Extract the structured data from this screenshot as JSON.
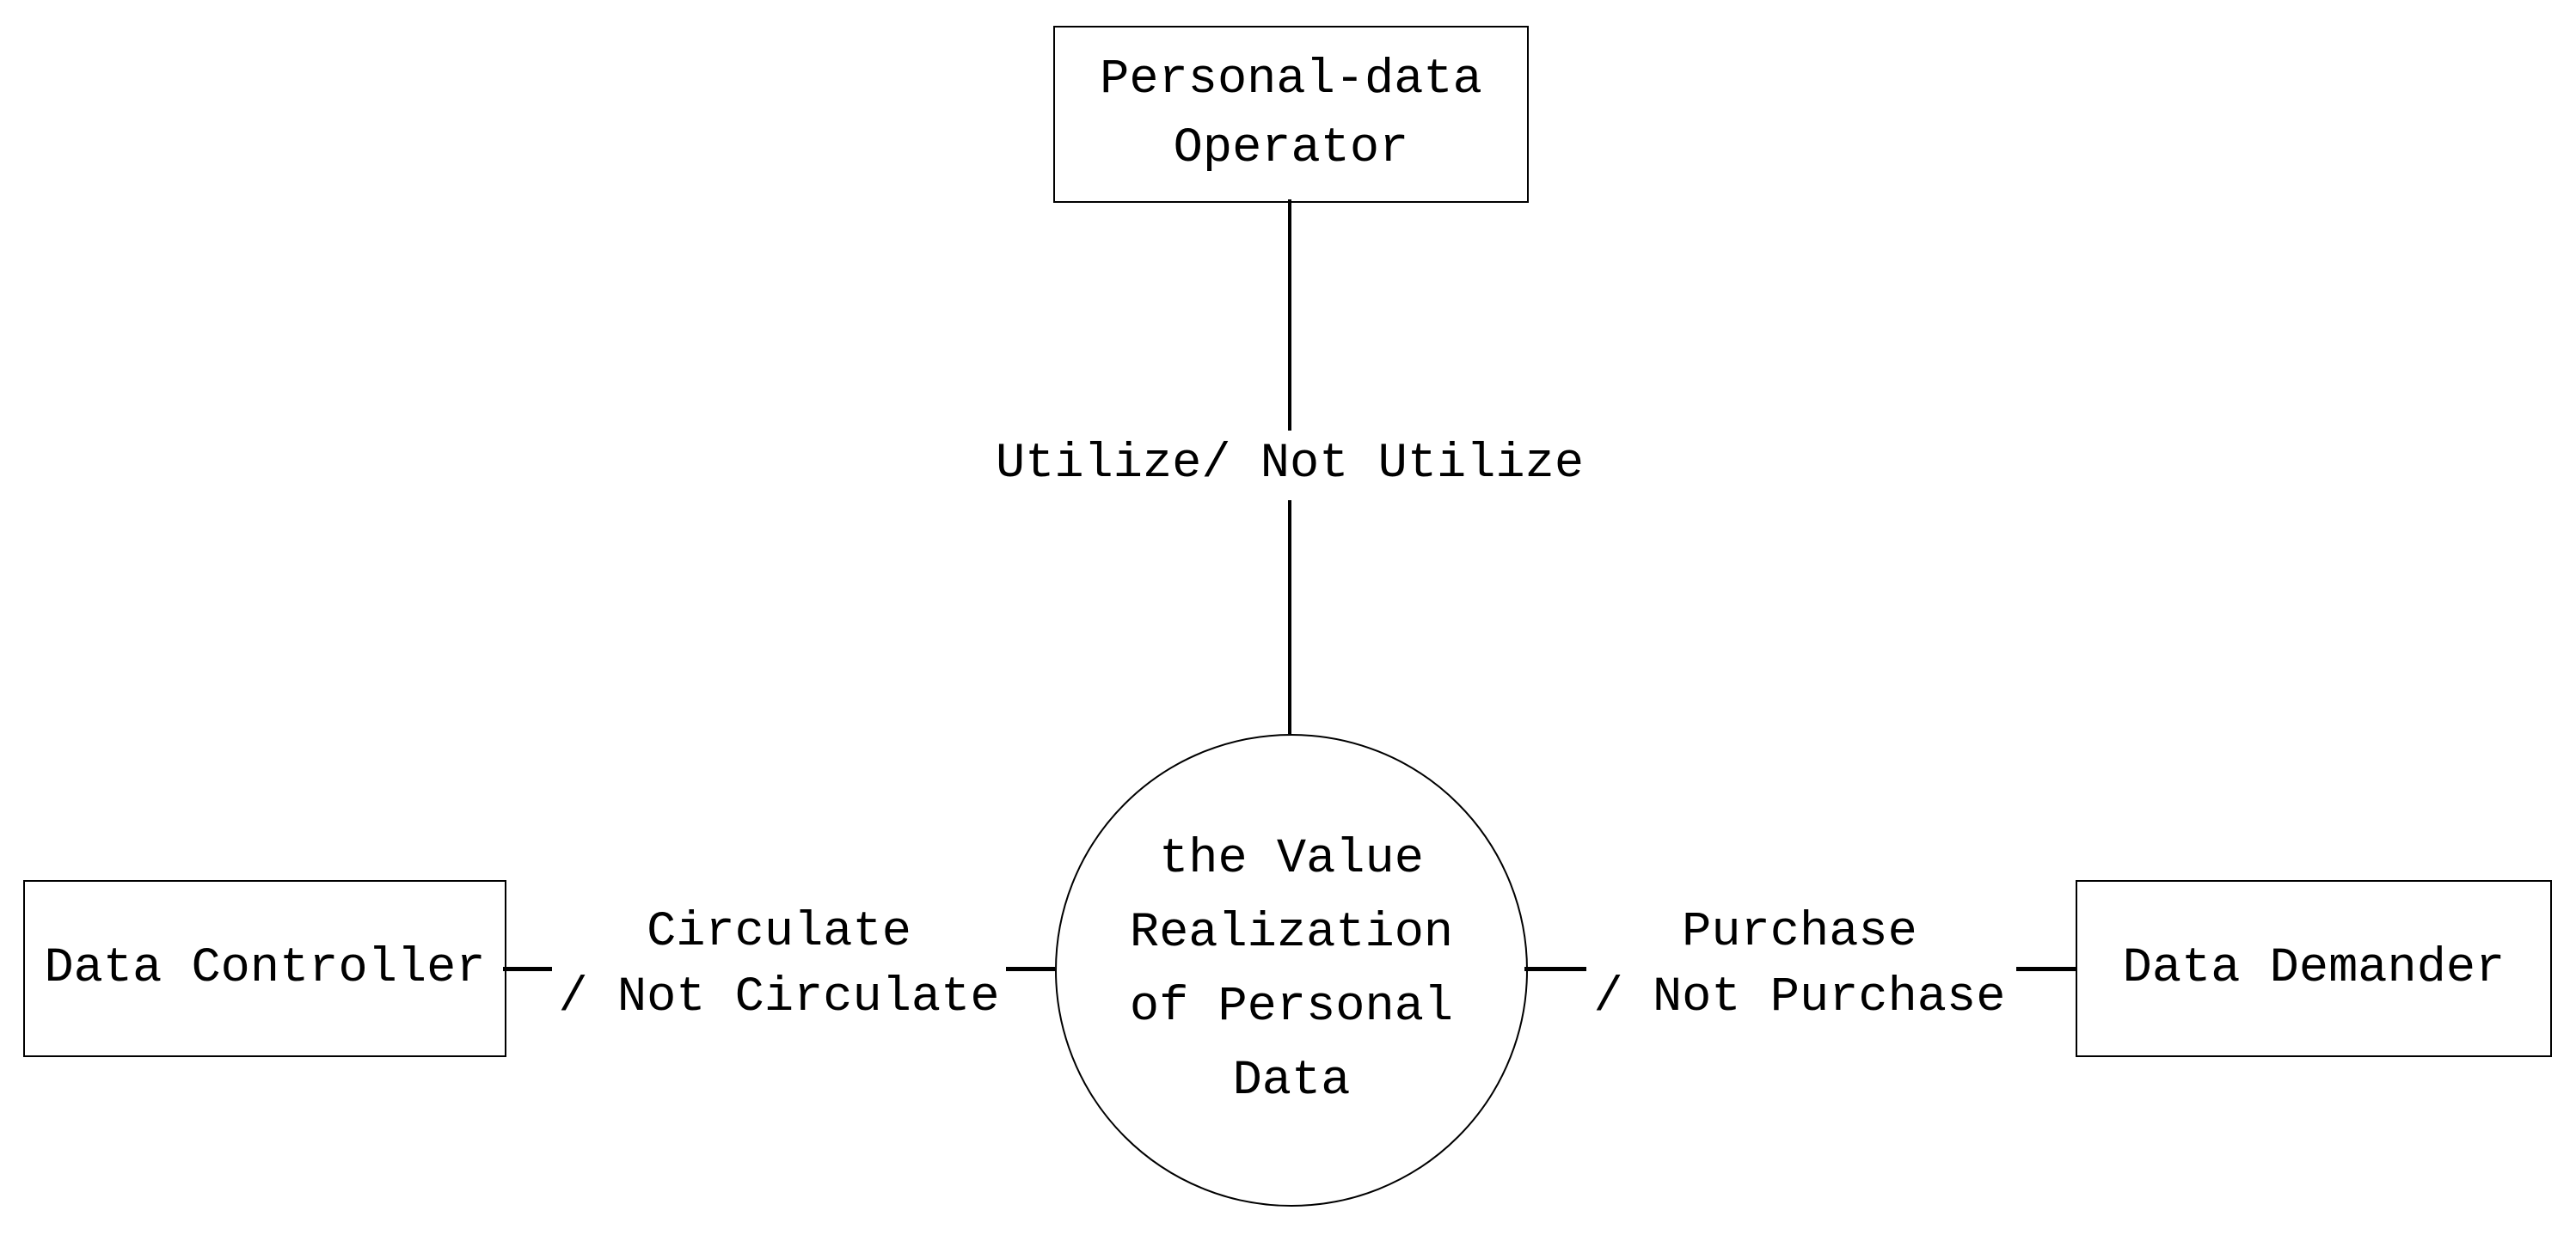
{
  "diagram": {
    "type": "node-link-diagram",
    "colors": {
      "background": "#ffffff",
      "stroke": "#000000",
      "text": "#000000"
    },
    "nodes": {
      "operator": {
        "shape": "rectangle",
        "line1": "Personal-data",
        "line2": "Operator"
      },
      "controller": {
        "shape": "rectangle",
        "label": "Data Controller"
      },
      "demander": {
        "shape": "rectangle",
        "label": "Data Demander"
      },
      "center": {
        "shape": "circle",
        "line1": "the Value",
        "line2": "Realization",
        "line3": "of Personal",
        "line4": "Data"
      }
    },
    "edges": {
      "utilize": {
        "from": "operator",
        "to": "center",
        "label": "Utilize/ Not Utilize"
      },
      "circulate": {
        "from": "controller",
        "to": "center",
        "line1": "Circulate",
        "line2": "/ Not Circulate"
      },
      "purchase": {
        "from": "demander",
        "to": "center",
        "line1": "Purchase",
        "line2": "/ Not Purchase"
      }
    }
  }
}
